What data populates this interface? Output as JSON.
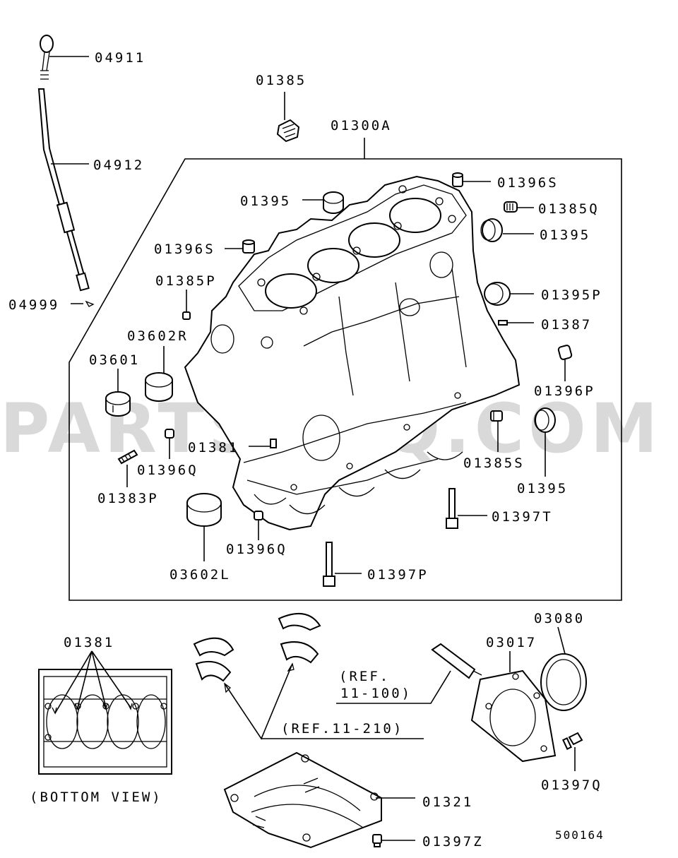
{
  "watermark": "PARTSOUQ.COM",
  "diagram_number": "500164",
  "labels": {
    "p04911": "04911",
    "p04912": "04912",
    "p04999": "04999",
    "p01385": "01385",
    "p01300A": "01300A",
    "p01396S_r": "01396S",
    "p01395_a": "01395",
    "p01385Q": "01385Q",
    "p01395_b": "01395",
    "p01396S_l": "01396S",
    "p01385P": "01385P",
    "p01395P": "01395P",
    "p01387": "01387",
    "p03602R": "03602R",
    "p03601": "03601",
    "p01396P": "01396P",
    "p01381_main": "01381",
    "p01396Q_a": "01396Q",
    "p01385S": "01385S",
    "p01383P": "01383P",
    "p01395_c": "01395",
    "p01397T": "01397T",
    "p01396Q_b": "01396Q",
    "p03602L": "03602L",
    "p01397P": "01397P",
    "p03080": "03080",
    "p01381_bottom": "01381",
    "p03017": "03017",
    "p01321": "01321",
    "p01397Q": "01397Q",
    "p01397Z": "01397Z"
  },
  "references": {
    "ref_11_100_line1": "(REF.",
    "ref_11_100_line2": "11-100)",
    "ref_11_210": "(REF.11-210)",
    "bottom_view": "(BOTTOM VIEW)"
  }
}
